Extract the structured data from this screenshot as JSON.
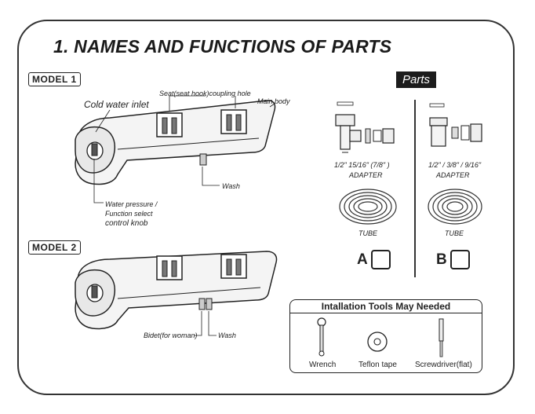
{
  "title": "1. NAMES AND FUNCTIONS OF PARTS",
  "model1": {
    "tag": "MODEL 1",
    "labels": {
      "cold_water_inlet": "Cold water inlet",
      "seat_hook": "Seat(seat hook)coupling hole",
      "main_body": "Main body",
      "wash": "Wash",
      "knob_line1": "Water pressure /",
      "knob_line2": "Function select",
      "knob_line3": "control knob"
    }
  },
  "model2": {
    "tag": "MODEL 2",
    "labels": {
      "bidet": "Bidet(for woman)",
      "wash": "Wash"
    }
  },
  "parts": {
    "tag": "Parts",
    "a": {
      "adapter_sizes": "1/2\"   15/16\"   (7/8\"  )",
      "adapter_label": "ADAPTER",
      "tube_label": "TUBE",
      "choice": "A"
    },
    "b": {
      "adapter_sizes": "1/2\" / 3/8\" / 9/16\"",
      "adapter_label": "ADAPTER",
      "tube_label": "TUBE",
      "choice": "B"
    }
  },
  "tools": {
    "title": "Intallation Tools May Needed",
    "items": [
      "Wrench",
      "Teflon tape",
      "Screwdriver(flat)"
    ]
  }
}
